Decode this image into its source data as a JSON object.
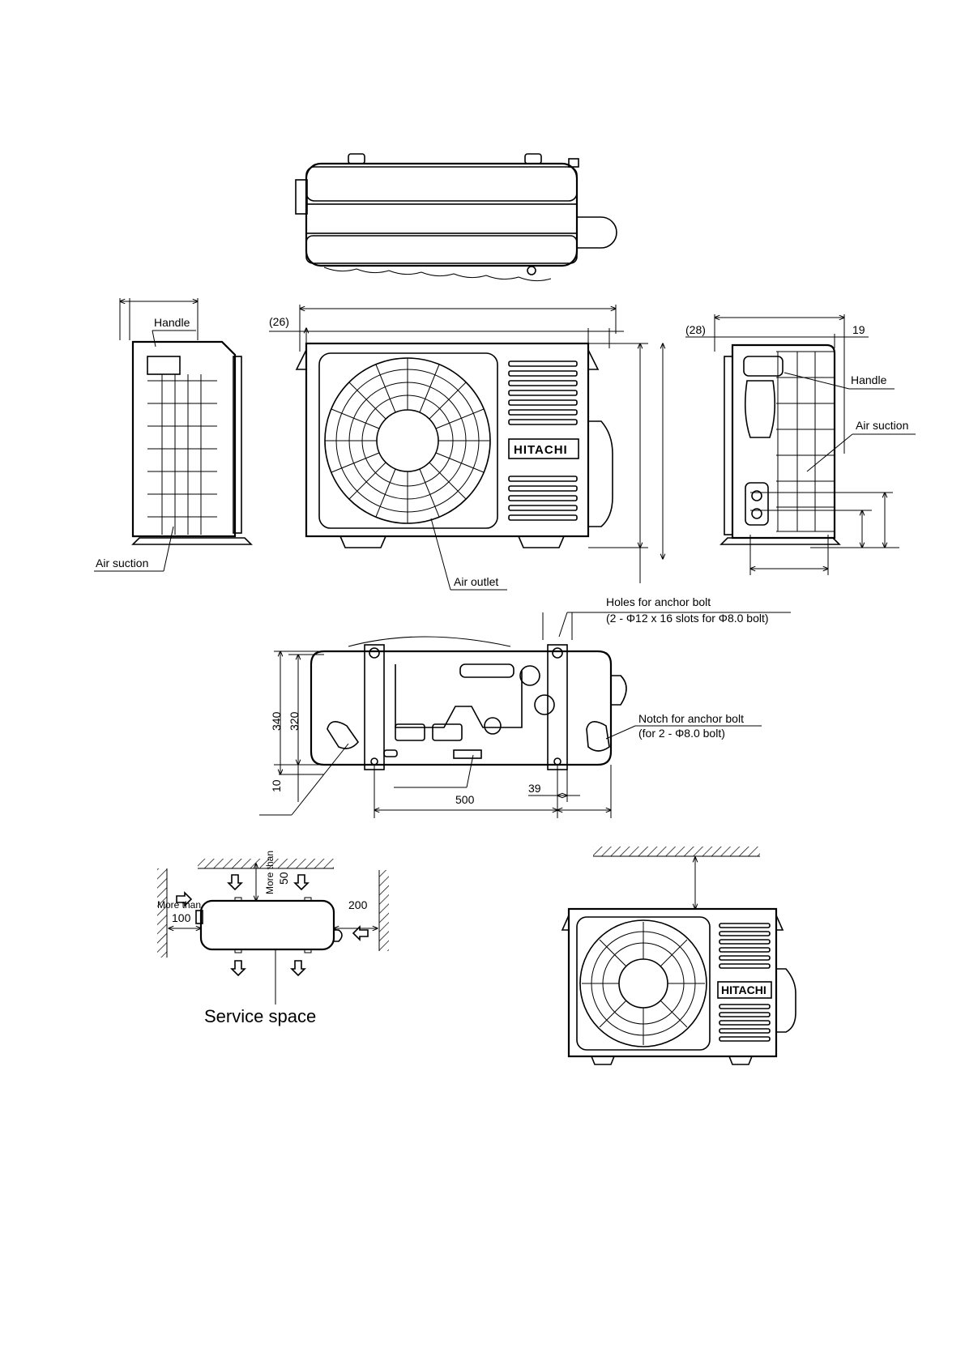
{
  "labels": {
    "handle": "Handle",
    "air_suction": "Air suction",
    "air_outlet": "Air outlet",
    "brand": "HITACHI",
    "holes_title": "Holes for anchor bolt",
    "holes_detail": "(2 - Φ12 x 16 slots for Φ8.0 bolt)",
    "notch_title": "Notch for anchor bolt",
    "notch_detail": "(for 2 - Φ8.0 bolt)",
    "service_space": "Service  space",
    "more_than": "More than"
  },
  "dimensions": {
    "front_offset": "(26)",
    "side_offset": "(28)",
    "side_right": "19",
    "depth_340": "340",
    "depth_320": "320",
    "base_10": "10",
    "width_500": "500",
    "offset_39": "39",
    "clear_left": "100",
    "clear_top": "50",
    "clear_right": "200"
  }
}
